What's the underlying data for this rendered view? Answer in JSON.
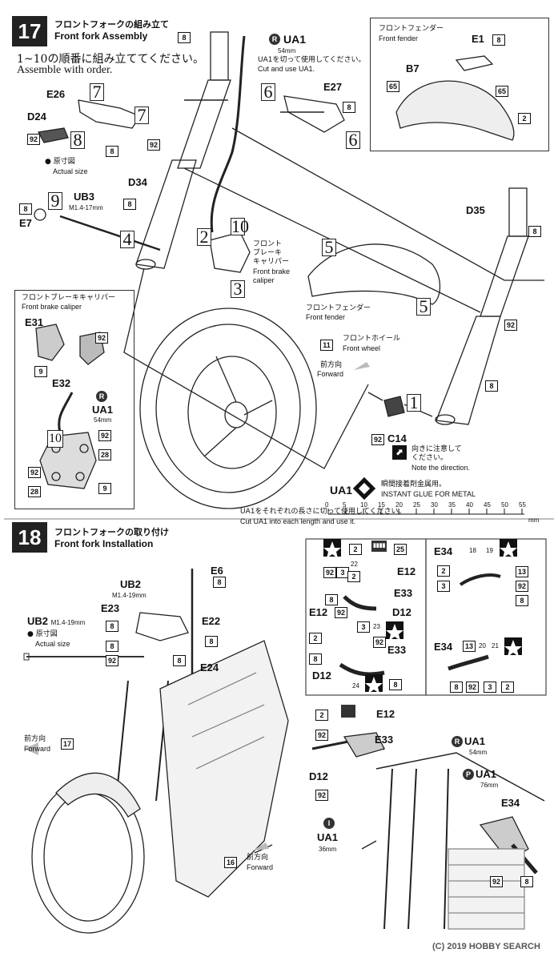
{
  "step17": {
    "number": "17",
    "title_ja": "フロントフォークの組み立て",
    "title_en": "Front fork Assembly",
    "instruction_ja": "1~10の順番に組み立ててください。",
    "instruction_en": "Assemble with order.",
    "fender_panel": {
      "title_ja": "フロントフェンダー",
      "title_en": "Front fender"
    },
    "caliper_panel": {
      "title_ja": "フロントブレーキキャリパー",
      "title_en": "Front brake caliper"
    },
    "ua1_note": {
      "part": "UA1",
      "length": "54mm",
      "text_ja": "UA1を切って使用してください。",
      "text_en": "Cut and use UA1."
    },
    "ub3": {
      "part": "UB3",
      "spec": "M1.4-17mm",
      "actual_ja": "原寸図",
      "actual_en": "Actual size"
    },
    "caliper_label": {
      "ja1": "フロント",
      "ja2": "ブレーキ",
      "ja3": "キャリパー",
      "en1": "Front brake",
      "en2": "caliper"
    },
    "fender_label": {
      "ja": "フロントフェンダー",
      "en": "Front fender"
    },
    "wheel_label": {
      "ja": "フロントホイール",
      "en": "Front wheel"
    },
    "forward": {
      "ja": "前方向",
      "en": "Forward"
    },
    "direction_note": {
      "ja1": "向きに注意して",
      "ja2": "ください。",
      "en": "Note the direction."
    },
    "glue": {
      "part": "UA1",
      "ja": "瞬間接着剤金属用。",
      "en": "INSTANT GLUE   FOR METAL"
    },
    "ruler": {
      "ticks": [
        "0",
        "5",
        "10",
        "15",
        "20",
        "25",
        "30",
        "35",
        "40",
        "45",
        "50",
        "55"
      ],
      "unit": "mm",
      "note_ja": "UA1をそれぞれの長さに切って使用してください。",
      "note_en": "Cut UA1 into each length and use it."
    },
    "parts": {
      "E26": "E26",
      "D24": "D24",
      "E27": "E27",
      "D34": "D34",
      "D35": "D35",
      "E7": "E7",
      "E1": "E1",
      "B7": "B7",
      "E31": "E31",
      "E32": "E32",
      "C14": "C14",
      "R": "R"
    }
  },
  "step18": {
    "number": "18",
    "title_ja": "フロントフォークの取り付け",
    "title_en": "Front fork Installation",
    "ub2": {
      "part": "UB2",
      "spec": "M1.4-19mm",
      "actual_ja": "原寸図",
      "actual_en": "Actual size"
    },
    "parts": {
      "E6": "E6",
      "E23": "E23",
      "E22": "E22",
      "E24": "E24",
      "E12": "E12",
      "E33": "E33",
      "D12": "D12",
      "E34": "E34"
    },
    "forward": {
      "ja": "前方向",
      "en": "Forward"
    },
    "ua1_r": {
      "part": "UA1",
      "length": "54mm"
    },
    "ua1_p": {
      "part": "UA1",
      "length": "76mm"
    },
    "ua1_i": {
      "part": "UA1",
      "length": "36mm"
    }
  },
  "watermark": "(C) 2019 HOBBY SEARCH"
}
